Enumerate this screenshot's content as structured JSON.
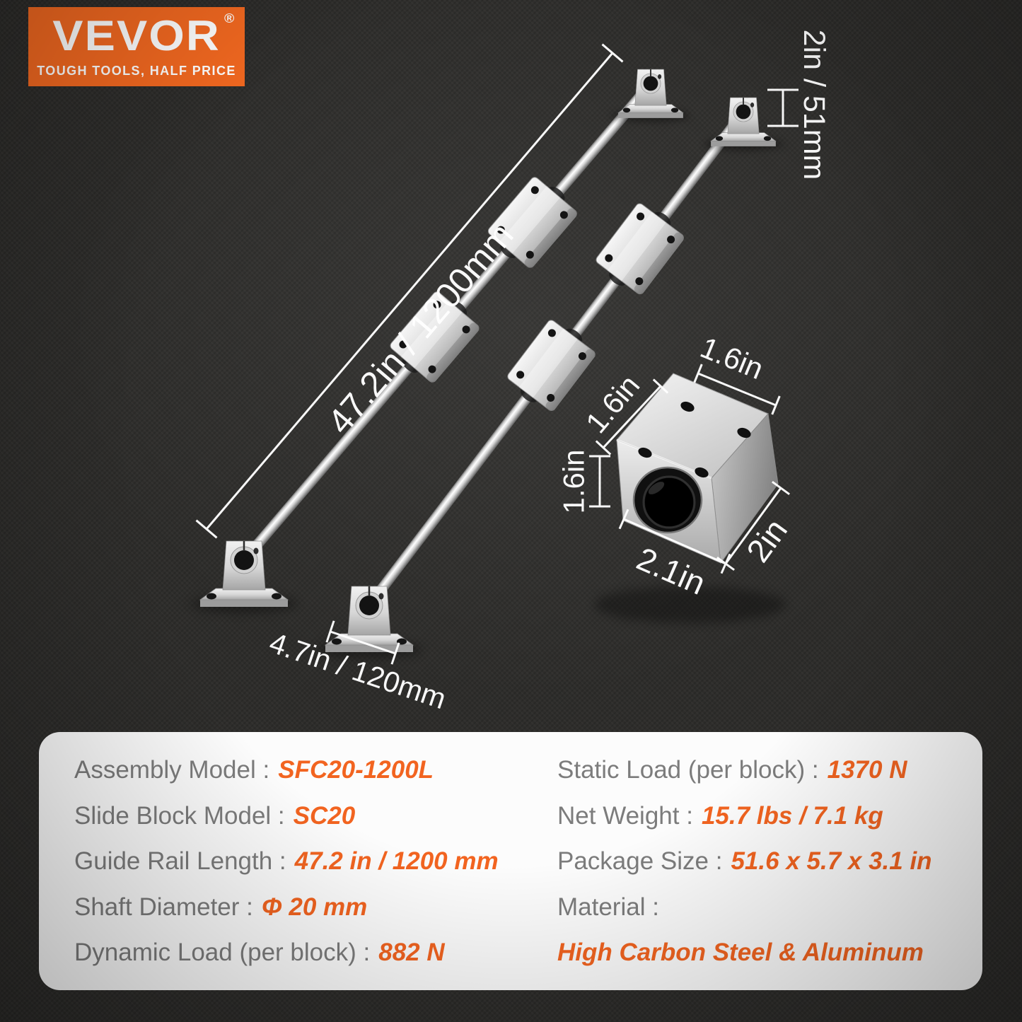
{
  "brand": {
    "name": "VEVOR",
    "registered": "®",
    "tagline": "TOUGH TOOLS, HALF PRICE",
    "bg_color": "#F26820"
  },
  "colors": {
    "background": "#2E2D2B",
    "accent_orange": "#F26420",
    "label_gray": "#7C7C7C",
    "panel_bg": "#FCFCFC",
    "dimension_white": "#FFFFFF"
  },
  "diagram": {
    "dims": {
      "rail_length": "47.2in / 1200mm",
      "support_height": "2in / 51mm",
      "support_base_width": "4.7in / 120mm",
      "block_top_depth": "1.6in",
      "block_top_width": "1.6in",
      "block_side_height": "1.6in",
      "block_front_width": "2.1in",
      "block_depth": "2in"
    }
  },
  "specs": {
    "left": [
      {
        "label": "Assembly Model :",
        "value": "SFC20-1200L"
      },
      {
        "label": "Slide Block Model :",
        "value": "SC20"
      },
      {
        "label": "Guide Rail Length :",
        "value": "47.2 in / 1200 mm"
      },
      {
        "label": "Shaft Diameter :",
        "value": "Φ 20 mm"
      },
      {
        "label": "Dynamic Load (per block) :",
        "value": "882 N"
      }
    ],
    "right": [
      {
        "label": "Static Load (per block) :",
        "value": "1370 N"
      },
      {
        "label": "Net Weight :",
        "value": "15.7 lbs / 7.1 kg"
      },
      {
        "label": "Package Size :",
        "value": "51.6 x 5.7 x 3.1 in"
      },
      {
        "label": "Material :",
        "value": ""
      },
      {
        "label": "",
        "value": "High Carbon Steel & Aluminum"
      }
    ]
  }
}
